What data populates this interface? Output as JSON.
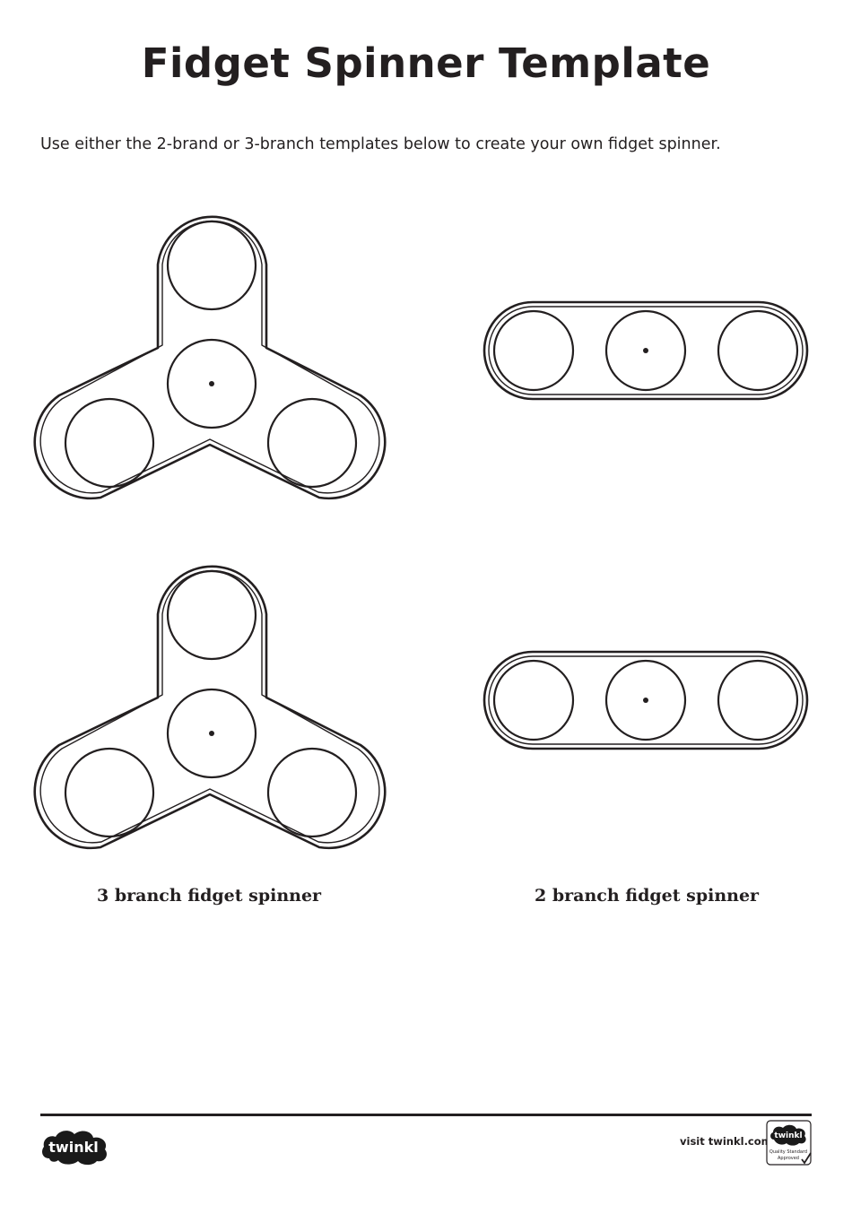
{
  "page": {
    "title": "Fidget Spinner Template",
    "intro": "Use either the 2-brand or 3-branch templates below to create your own fidget spinner."
  },
  "captions": {
    "three_branch": "3 branch fidget spinner",
    "two_branch": "2 branch fidget spinner"
  },
  "footer": {
    "logo_text": "twinkl",
    "visit_text": "visit twinkl.com",
    "badge_brand": "twinkl",
    "badge_line1": "Quality Standard",
    "badge_line2": "Approved"
  },
  "colors": {
    "ink": "#231f20",
    "logo_black": "#1a1a1a",
    "paper": "#ffffff"
  }
}
